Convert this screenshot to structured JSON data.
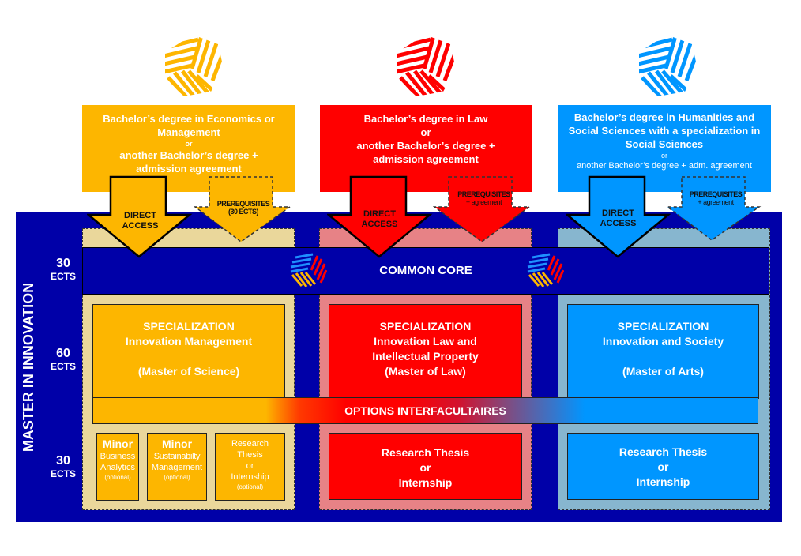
{
  "colors": {
    "economics": "#fdb600",
    "law": "#ff0000",
    "humanities": "#0096ff",
    "navy": "#0000a8",
    "economics_panel": "#ead79b",
    "law_panel": "#e78286",
    "humanities_panel": "#87b6cf"
  },
  "logos": [
    {
      "name": "economics-logo-icon",
      "color": "#fdb600"
    },
    {
      "name": "law-logo-icon",
      "color": "#ff0000"
    },
    {
      "name": "humanities-logo-icon",
      "color": "#0096ff"
    }
  ],
  "entry": {
    "economics": {
      "line1": "Bachelor’s degree in Economics or",
      "line2": "Management",
      "or": "or",
      "line3": "another Bachelor’s degree +",
      "line4": "admission agreement"
    },
    "law": {
      "line1": "Bachelor’s degree in Law",
      "or": "or",
      "line3": "another Bachelor’s degree +",
      "line4": "admission agreement"
    },
    "humanities": {
      "line1": "Bachelor’s degree in Humanities and",
      "line2": "Social Sciences with a specialization in",
      "line3": "Social Sciences",
      "or": "or",
      "line4": "another Bachelor’s degree + adm. agreement"
    }
  },
  "arrows": {
    "direct_line1": "DIRECT",
    "direct_line2": "ACCESS",
    "prereq": "PREREQUISITES",
    "prereq_economics": "(30 ECTS)",
    "prereq_agreement": "+ agreement"
  },
  "program": {
    "title": "MASTER IN INNOVATION",
    "ects": [
      {
        "num": "30",
        "label": "ECTS"
      },
      {
        "num": "60",
        "label": "ECTS"
      },
      {
        "num": "30",
        "label": "ECTS"
      }
    ],
    "common_core": "COMMON CORE",
    "options": "OPTIONS INTERFACULTAIRES"
  },
  "specializations": {
    "economics": {
      "heading": "SPECIALIZATION",
      "name": "Innovation Management",
      "degree": "(Master of Science)"
    },
    "law": {
      "heading": "SPECIALIZATION",
      "name_line1": "Innovation Law and",
      "name_line2": "Intellectual Property",
      "degree": "(Master of Law)"
    },
    "humanities": {
      "heading": "SPECIALIZATION",
      "name": "Innovation and Society",
      "degree": "(Master of Arts)"
    }
  },
  "final": {
    "economics": [
      {
        "title": "Minor",
        "line1": "Business",
        "line2": "Analytics",
        "note": "(optional)"
      },
      {
        "title": "Minor",
        "line1": "Sustainabilty",
        "line2": "Management",
        "note": "(optional)"
      },
      {
        "line1": "Research",
        "line2": "Thesis",
        "line3": "or",
        "line4": "Internship",
        "note": "(optional)"
      }
    ],
    "law": {
      "line1": "Research Thesis",
      "line2": "or",
      "line3": "Internship"
    },
    "humanities": {
      "line1": "Research Thesis",
      "line2": "or",
      "line3": "Internship"
    }
  }
}
